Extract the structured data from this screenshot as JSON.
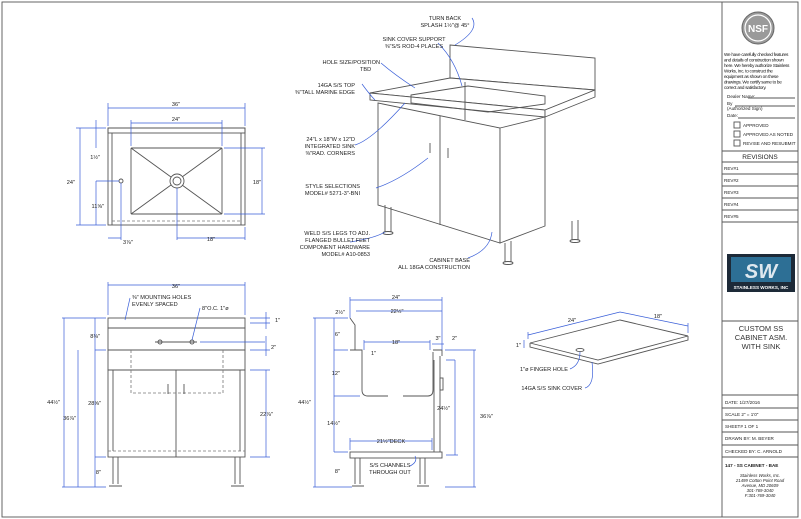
{
  "title_block": {
    "nsf_logo": "NSF",
    "disclaimer": [
      "We have carefully checked features",
      "and details of construction shown",
      "here. We hereby authorize Stainless",
      "Works, Inc. to construct the",
      "equipment as shown on these",
      "drawings. We certify same to be",
      "correct and satisfactory."
    ],
    "dealer_name": "Dealer Name:",
    "by": "By",
    "authorized_sign": "(Authorized Sign)",
    "date_field": "Date:",
    "checkboxes": [
      "APPROVED",
      "APPROVED AS NOTED",
      "REVISE AND RESUBMIT"
    ],
    "revisions_header": "REVISIONS",
    "revisions": [
      "REV#1",
      "REV#2",
      "REV#3",
      "REV#4",
      "REV#5"
    ],
    "company_logo": "SW",
    "company_logo_caption": "STAINLESS WORKS, INC",
    "drawing_title": [
      "CUSTOM SS",
      "CABINET ASM.",
      "WITH SINK"
    ],
    "date": "DATE: 1/27/2016",
    "scale": "SCALE  2\" = 1'0\"",
    "sheet": "SHEET# 1 OF 1",
    "drawn_by": "DRAWN BY: M. BEYER",
    "checked_by": "CHECKED BY: C. ARNOLD",
    "drawing_number": "147 - SS CABINET - BAE",
    "address": [
      "Stainless Works, Inc.",
      "21499 Cotton Point Road",
      "Avenue, MD 20609",
      "301-769-3040",
      "F:301-769-3040"
    ]
  },
  "iso_notes": {
    "turn_back": [
      "TURN BACK",
      "SPLASH 1½\"@ 45°"
    ],
    "sink_cover_support": [
      "SINK COVER SUPPORT",
      "⅜\"S/S ROD-4 PLACES"
    ],
    "hole": [
      "HOLE SIZE/POSITION",
      "TBD"
    ],
    "top": [
      "14GA S/S TOP",
      "⅜\"TALL MARINE EDGE"
    ],
    "sink": [
      "24\"L x 18\"W x 12\"D",
      "INTEGRATED SINK",
      "⅜\"RAD. CORNERS"
    ],
    "style": [
      "STYLE SELECTIONS",
      "MODEL# 5271-3\"-BNI"
    ],
    "legs": [
      "WELD S/S LEGS TO ADJ.",
      "FLANGED BULLET FEET",
      "COMPONENT HARDWARE",
      "MODEL# A10-0853"
    ],
    "base": [
      "CABINET BASE",
      "ALL 18GA CONSTRUCTION"
    ]
  },
  "top_view": {
    "width": "36\"",
    "sink_length": "24\"",
    "sink_width": "18\"",
    "depth": "24\"",
    "edge": "1½\"",
    "faucet_offset": "11⅝\"",
    "faucet_side": "3⅞\"",
    "drain_offset": "18\""
  },
  "front_view": {
    "width": "36\"",
    "holes_note": [
      "⅜\" MOUNTING HOLES",
      "EVENLY SPACED"
    ],
    "faucet_note": "8\"O.C. 1\"ø",
    "top_edge": "1\"",
    "splash": "8⅛\"",
    "hole_drop": "2\"",
    "overall": "44½\"",
    "cabinet": "28⅝\"",
    "counter": "36⅞\"",
    "doors": "22⅞\"",
    "legs": "8\""
  },
  "side_view": {
    "depth": "24\"",
    "inner": "22½\"",
    "turnback": "2½\"",
    "splash": "6\"",
    "sink": "18\"",
    "front": "3\"",
    "edge": "1\"",
    "sink_depth": "12\"",
    "under": "14½\"",
    "overall": "44½\"",
    "deck": "21½\"DECK",
    "top_edge": "2\"",
    "cabinet": "24½\"",
    "counter": "36⅞\"",
    "channels": [
      "S/S CHANNELS",
      "THROUGH OUT"
    ],
    "legs": "8\""
  },
  "sink_cover": {
    "length": "24\"",
    "width": "18\"",
    "thickness": "1\"",
    "finger_hole": "1\"ø FINGER HOLE",
    "label": "14GA S/S SINK COVER"
  }
}
